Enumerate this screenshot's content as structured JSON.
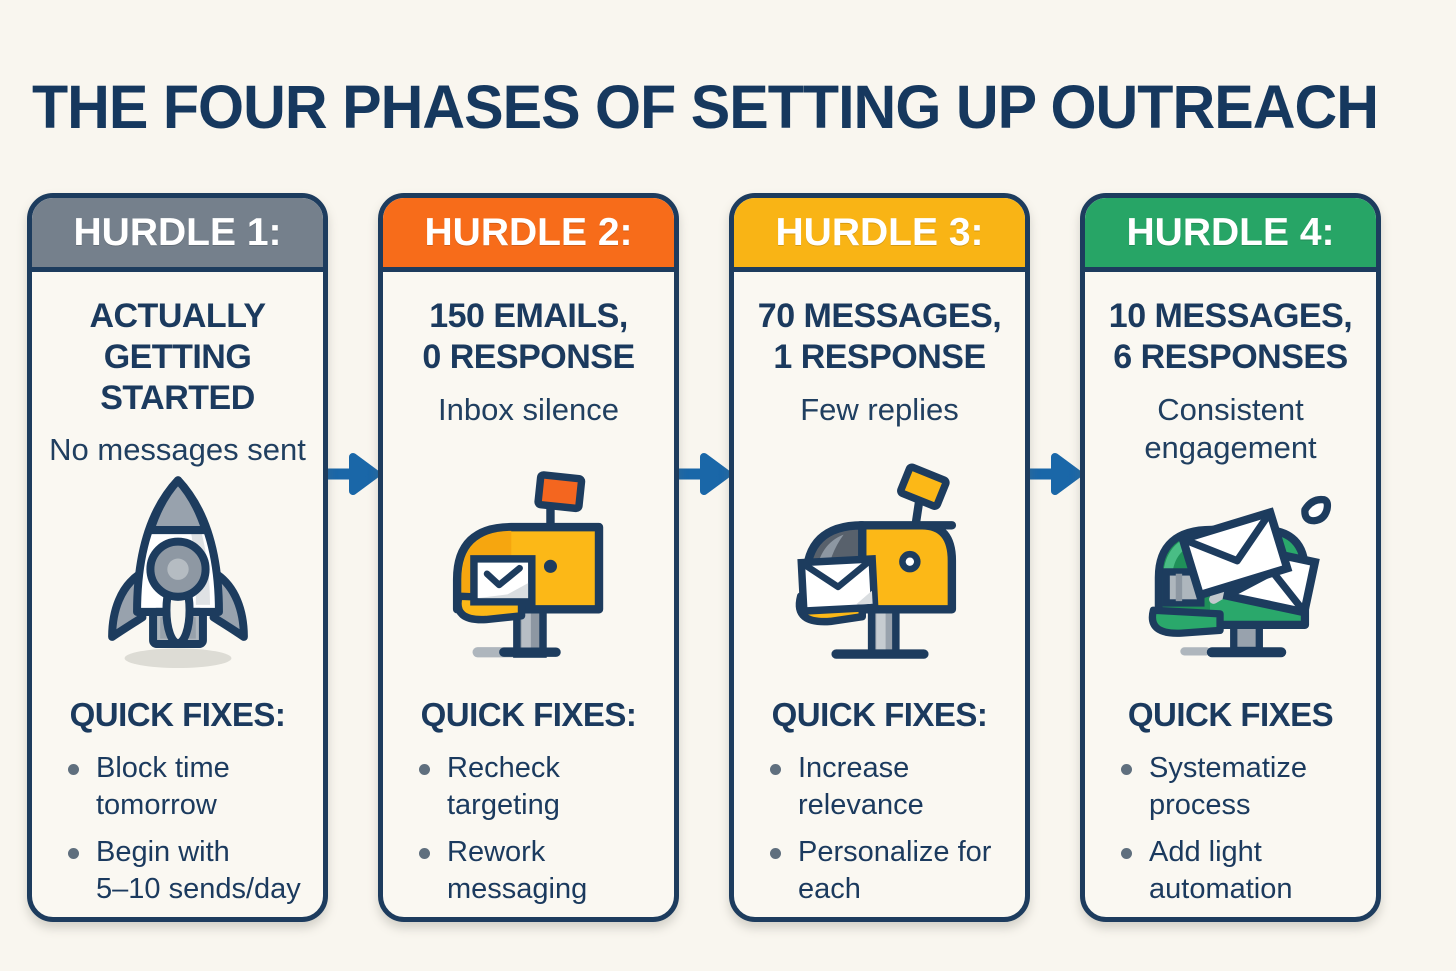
{
  "page": {
    "title": "THE FOUR PHASES OF SETTING UP OUTREACH"
  },
  "colors": {
    "background": "#f9f6ef",
    "ink_navy": "#1b3a5e",
    "card_border": "#1d3c5e",
    "arrow": "#1a67a8",
    "bullet": "#5f6f7e",
    "hurdle1_header": "#75808c",
    "hurdle2_header": "#f76c1a",
    "hurdle3_header": "#f9b415",
    "hurdle4_header": "#27a566"
  },
  "cards": [
    {
      "header": "HURDLE 1:",
      "header_color": "#75808c",
      "title": "ACTUALLY\nGETTING\nSTARTED",
      "subtitle": "No messages sent",
      "icon": "rocket-icon",
      "fixes_heading": "QUICK FIXES:",
      "fixes": [
        "Block time\ntomorrow",
        "Begin with\n5–10 sends/day"
      ]
    },
    {
      "header": "HURDLE 2:",
      "header_color": "#f76c1a",
      "title": "150 EMAILS,\n0 RESPONSE",
      "subtitle": "Inbox silence",
      "icon": "mailbox-closed-icon",
      "fixes_heading": "QUICK FIXES:",
      "fixes": [
        "Recheck\ntargeting",
        "Rework\nmessaging"
      ]
    },
    {
      "header": "HURDLE 3:",
      "header_color": "#f9b415",
      "title": "70 MESSAGES,\n1 RESPONSE",
      "subtitle": "Few replies",
      "icon": "mailbox-envelope-icon",
      "fixes_heading": "QUICK FIXES:",
      "fixes": [
        "Increase relevance",
        "Personalize for\neach"
      ]
    },
    {
      "header": "HURDLE 4:",
      "header_color": "#27a566",
      "title": "10 MESSAGES,\n6 RESPONSES",
      "subtitle": "Consistent\nengagement",
      "icon": "mailbox-envelopes-out-icon",
      "fixes_heading": "QUICK FIXES",
      "fixes": [
        "Systematize\nprocess",
        "Add light\nautomation"
      ]
    }
  ]
}
